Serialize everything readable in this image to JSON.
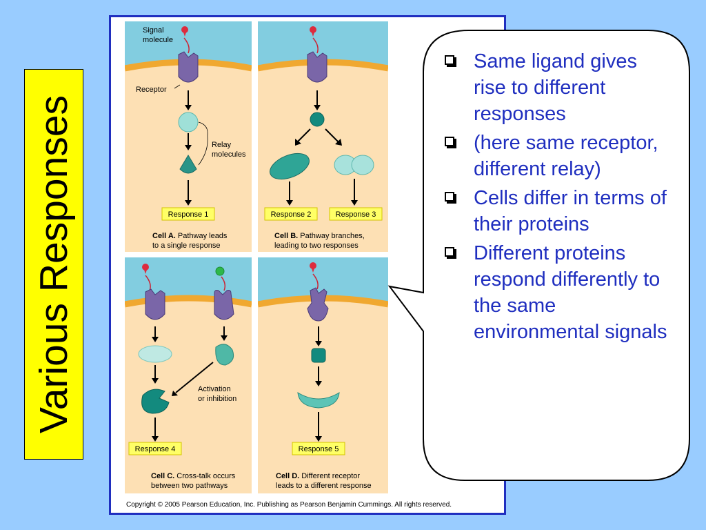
{
  "slide_title": "Various Responses",
  "figure": {
    "copyright": "Copyright © 2005 Pearson Education, Inc. Publishing as Pearson Benjamin Cummings. All rights reserved.",
    "panel_a": {
      "signal_label_1": "Signal",
      "signal_label_2": "molecule",
      "receptor_label": "Receptor",
      "relay_label_1": "Relay",
      "relay_label_2": "molecules",
      "response": "Response 1",
      "caption_bold": "Cell A.",
      "caption_1": " Pathway leads",
      "caption_2": "to a single response"
    },
    "panel_b": {
      "response_left": "Response 2",
      "response_right": "Response 3",
      "caption_bold": "Cell B.",
      "caption_1": " Pathway branches,",
      "caption_2": "leading to two responses"
    },
    "panel_c": {
      "activation_1": "Activation",
      "activation_2": "or inhibition",
      "response": "Response 4",
      "caption_bold": "Cell C.",
      "caption_1": " Cross-talk occurs",
      "caption_2": "between two pathways"
    },
    "panel_d": {
      "response": "Response 5",
      "caption_bold": "Cell D.",
      "caption_1": " Different receptor",
      "caption_2": "leads to a different response"
    }
  },
  "bullets": [
    "Same ligand gives rise to different responses",
    "(here same receptor, different relay)",
    "Cells differ in terms of their proteins",
    "Different proteins respond differently to the same environmental signals"
  ],
  "colors": {
    "background": "#99ccff",
    "title_box": "#ffff00",
    "bullet_text": "#1f2ebf",
    "figure_border": "#1f2ebf",
    "cytoplasm": "#fde0b4",
    "extracellular": "#82cde0",
    "membrane": "#f0a830",
    "receptor": "#7a66a8",
    "relay": "#3aa89a",
    "response_box": "#ffff66"
  }
}
